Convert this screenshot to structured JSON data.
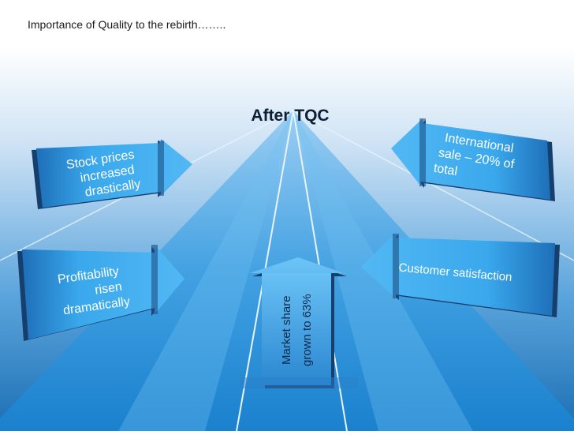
{
  "header": {
    "title": "Importance of Quality  to  the rebirth…….."
  },
  "diagram": {
    "center_label": "After TQC",
    "arrows": {
      "stock": {
        "lines": [
          "Stock prices",
          "increased",
          "drastically"
        ]
      },
      "profit": {
        "lines": [
          "Profitability",
          "risen",
          "dramatically"
        ]
      },
      "international": {
        "lines": [
          "International",
          "sale – 20% of",
          "total"
        ]
      },
      "customer": {
        "lines": [
          "Customer satisfaction"
        ]
      },
      "market": {
        "lines": [
          "Market share",
          "grown to 63%"
        ]
      }
    }
  },
  "colors": {
    "background_top": "#f4f8fc",
    "background_bottom": "#1f74b8",
    "road": "#3aa3e5",
    "arrow_face": "#39a6ea",
    "arrow_edge": "#1b4f86",
    "text_light": "#ffffff",
    "text_dark": "#0d2a4d"
  }
}
